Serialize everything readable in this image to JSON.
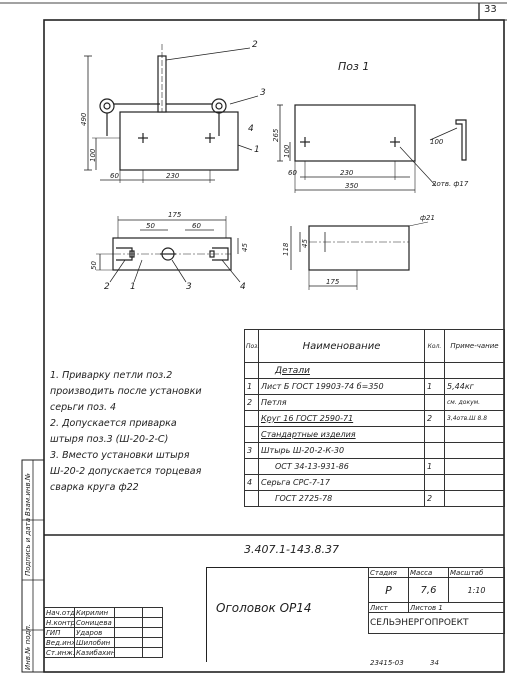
{
  "sheet_number": "33",
  "pos_label": "Поз 1",
  "dims": {
    "front_height": "490",
    "front_top": "100",
    "front_left": "60",
    "front_width": "230",
    "pos_height": "265",
    "pos_top": "100",
    "pos_left": "60",
    "pos_inner": "230",
    "pos_width": "350",
    "angle": "100",
    "holes": "2отв. ф17",
    "top_175": "175",
    "top_50": "50",
    "top_60": "60",
    "top_45": "45",
    "left_50": "50",
    "right_118": "118",
    "right_45": "45",
    "right_175": "175",
    "diameter": "ф21"
  },
  "callouts": [
    "2",
    "3",
    "1",
    "4",
    "2",
    "1",
    "3",
    "4"
  ],
  "notes": [
    "1. Приварку петли поз.2",
    "производить после установки",
    "серьги поз. 4",
    "2. Допускается приварка",
    "штыря поз.3 (Ш-20-2-С)",
    "3. Вместо установки штыря",
    "Ш-20-2 допускается торцевая",
    "сварка круга ф22"
  ],
  "spec": {
    "headers": [
      "Поз.",
      "Наименование",
      "Кол.",
      "Приме-чание"
    ],
    "rows": [
      [
        "",
        "Детали",
        "",
        ""
      ],
      [
        "1",
        "Лист Б ГОСТ 19903-74 б=350",
        "1",
        "5,44кг"
      ],
      [
        "2",
        "Петля",
        "",
        "см. докум."
      ],
      [
        "",
        "Круг 16 ГОСТ 2590-71",
        "2",
        "3,4отв.Ш 8.8"
      ],
      [
        "",
        "Стандартные изделия",
        "",
        ""
      ],
      [
        "3",
        "Штырь Ш-20-2-К-30",
        "",
        ""
      ],
      [
        "",
        "ОСТ 34-13-931-86",
        "1",
        ""
      ],
      [
        "4",
        "Серьга СРС-7-17",
        "",
        ""
      ],
      [
        "",
        "ГОСТ 2725-78",
        "2",
        ""
      ]
    ]
  },
  "title_block": {
    "doc_code": "3.407.1-143.8.37",
    "part_name": "Оголовок ОР14",
    "col_stage": "Стадия",
    "col_mass": "Масса",
    "col_scale": "Масштаб",
    "stage": "Р",
    "mass": "7,6",
    "scale": "1:10",
    "sheet_label": "Лист",
    "sheets_label": "Листов 1",
    "org": "СЕЛЬЭНЕРГОПРОЕКТ",
    "signatures": [
      [
        "Нач.отд.",
        "Кирилин"
      ],
      [
        "Н.контр.",
        "Соницева"
      ],
      [
        "ГИП",
        "Ударов"
      ],
      [
        "Вед.инж.",
        "Шилобин"
      ],
      [
        "Ст.инж.",
        "Казибахин"
      ]
    ],
    "side_labels": [
      "Инв.№ подл.",
      "Подпись и дата",
      "Взам.инв.№"
    ],
    "archive": "23415-03",
    "page": "34"
  }
}
